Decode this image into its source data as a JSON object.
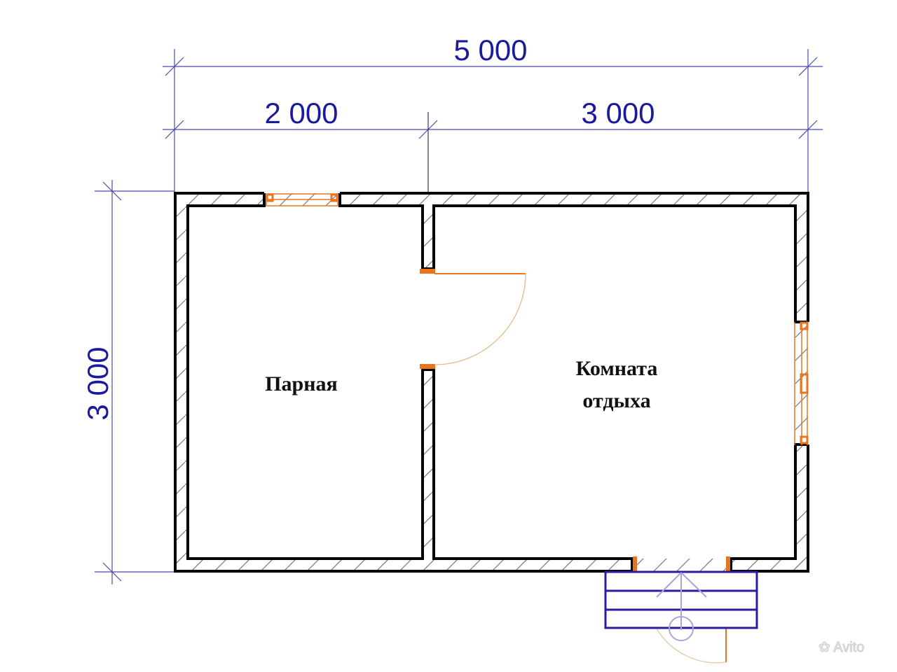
{
  "dimensions": {
    "total_width": "5 000",
    "left_section": "2 000",
    "right_section": "3 000",
    "height": "3 000"
  },
  "rooms": [
    {
      "name": "Парная"
    },
    {
      "name_line1": "Комната",
      "name_line2": "отдыха"
    }
  ],
  "watermark": "Avito",
  "colors": {
    "dimension": "#1a1a9c",
    "wall": "#000000",
    "opening": "#e8741e",
    "stairs": "#2a1ca0"
  }
}
